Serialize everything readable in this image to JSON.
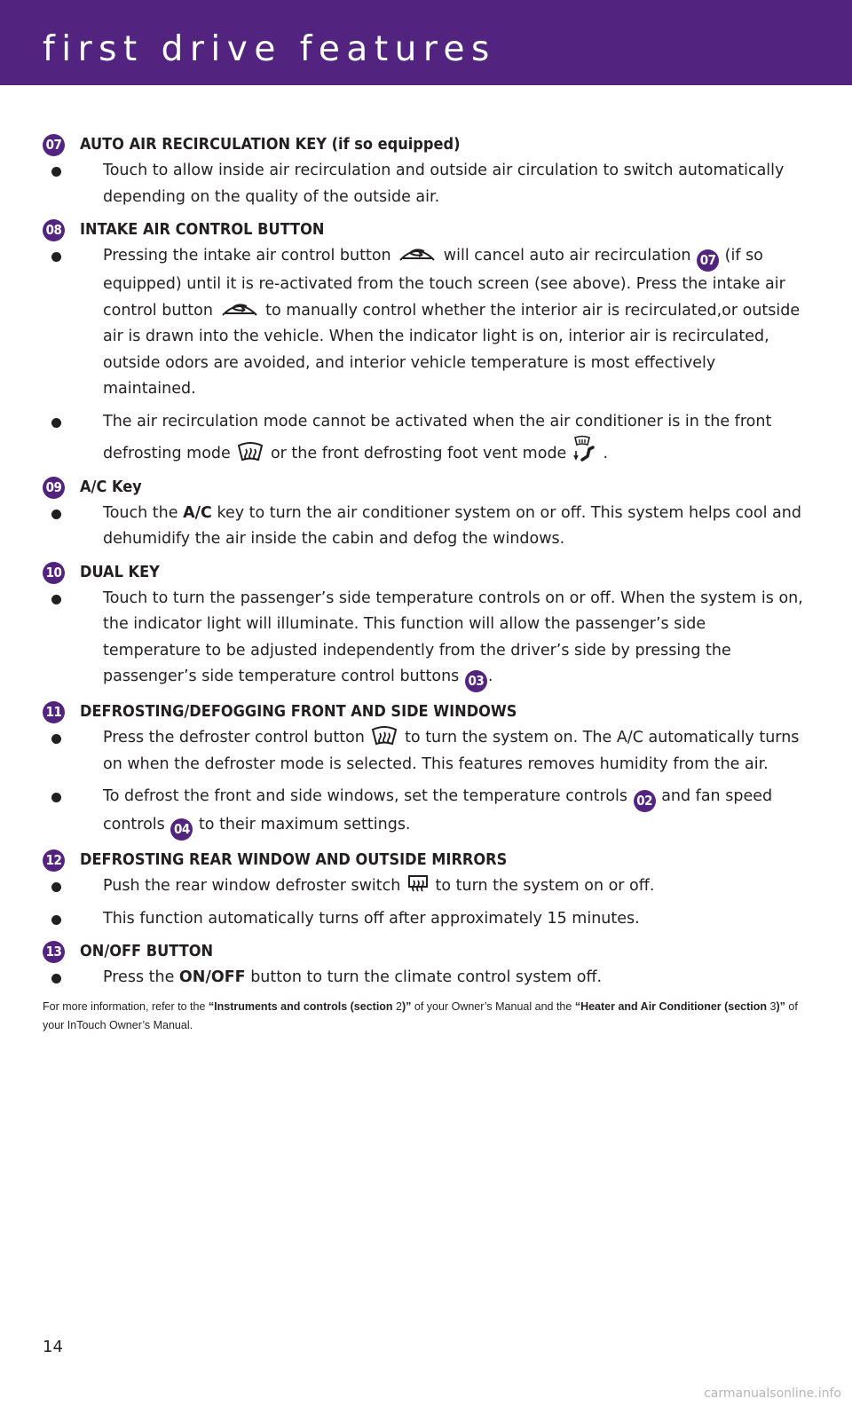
{
  "header": {
    "title": "first drive features"
  },
  "sections": [
    {
      "number": "07",
      "title": "AUTO AIR RECIRCULATION KEY (if so equipped)",
      "bullets": [
        {
          "text": "Touch to allow inside air recirculation and outside air circulation to switch automatically depending on the quality of the outside air."
        }
      ]
    },
    {
      "number": "08",
      "title": "INTAKE AIR CONTROL BUTTON",
      "bullets": [
        {
          "t1": "Pressing the intake air control button",
          "t2": "will cancel auto air recirculation",
          "ref": "07",
          "t3": "(if so equipped) until it is re-activated from the touch screen (see above). Press the intake air control button",
          "t4": "to manually control whether the interior air is recirculated,or outside air is drawn into the vehicle. When the indicator light is on, interior air is recirculated, outside odors are avoided, and interior vehicle temperature is most effectively maintained."
        },
        {
          "t1": "The air recirculation mode cannot be activated when the air conditioner is in the front defrosting mode",
          "t2": "or the front defrosting foot vent mode",
          "t3": "."
        }
      ]
    },
    {
      "number": "09",
      "title": "A/C Key",
      "bullets": [
        {
          "t1": "Touch the",
          "bold": "A/C",
          "t2": "key to turn the air conditioner system on or off. This system helps cool and dehumidify the air inside the cabin and defog the windows."
        }
      ]
    },
    {
      "number": "10",
      "title": "DUAL KEY",
      "bullets": [
        {
          "t1": "Touch to turn the passenger’s side temperature controls on or off. When the system is on, the indicator light will illuminate. This function will allow the passenger’s side temperature to be adjusted independently from the driver’s side by pressing the passenger’s side temperature control buttons",
          "ref": "03",
          "t2": "."
        }
      ]
    },
    {
      "number": "11",
      "title": "DEFROSTING/DEFOGGING FRONT AND SIDE WINDOWS",
      "bullets": [
        {
          "t1": "Press the defroster control button",
          "t2": "to turn the system on. The A/C automatically turns on when the defroster mode is selected. This features removes humidity from the air."
        },
        {
          "t1": "To defrost the front and side windows, set the temperature controls",
          "ref1": "02",
          "t2": "and fan speed controls",
          "ref2": "04",
          "t3": "to their maximum settings."
        }
      ]
    },
    {
      "number": "12",
      "title": "DEFROSTING REAR WINDOW AND OUTSIDE MIRRORS",
      "bullets": [
        {
          "t1": "Push the rear window defroster switch",
          "t2": "to turn the system on or off."
        },
        {
          "text": "This function automatically turns off after approximately 15 minutes."
        }
      ]
    },
    {
      "number": "13",
      "title": "ON/OFF BUTTON",
      "bullets": [
        {
          "t1": "Press the",
          "bold": "ON/OFF",
          "t2": "button to turn the climate control system off."
        }
      ]
    }
  ],
  "footnote": {
    "p1": "For more information, refer to the",
    "b1": "“Instruments and controls (section",
    "n1": "2",
    "b2": ")”",
    "p2": "of your Owner’s Manual and the",
    "b3": "“Heater and Air Conditioner (section",
    "n2": "3",
    "b4": ")”",
    "p3": "of your InTouch Owner’s Manual."
  },
  "page_number": "14",
  "watermark": "carmanualsonline.info",
  "icons": {
    "recirculation": "recirculation-icon",
    "front_defrost": "front-defrost-icon",
    "defrost_foot": "defrost-foot-vent-icon",
    "rear_defrost": "rear-defrost-icon"
  },
  "colors": {
    "accent": "#53247f",
    "text": "#231f20",
    "header_text": "#ffffff"
  }
}
